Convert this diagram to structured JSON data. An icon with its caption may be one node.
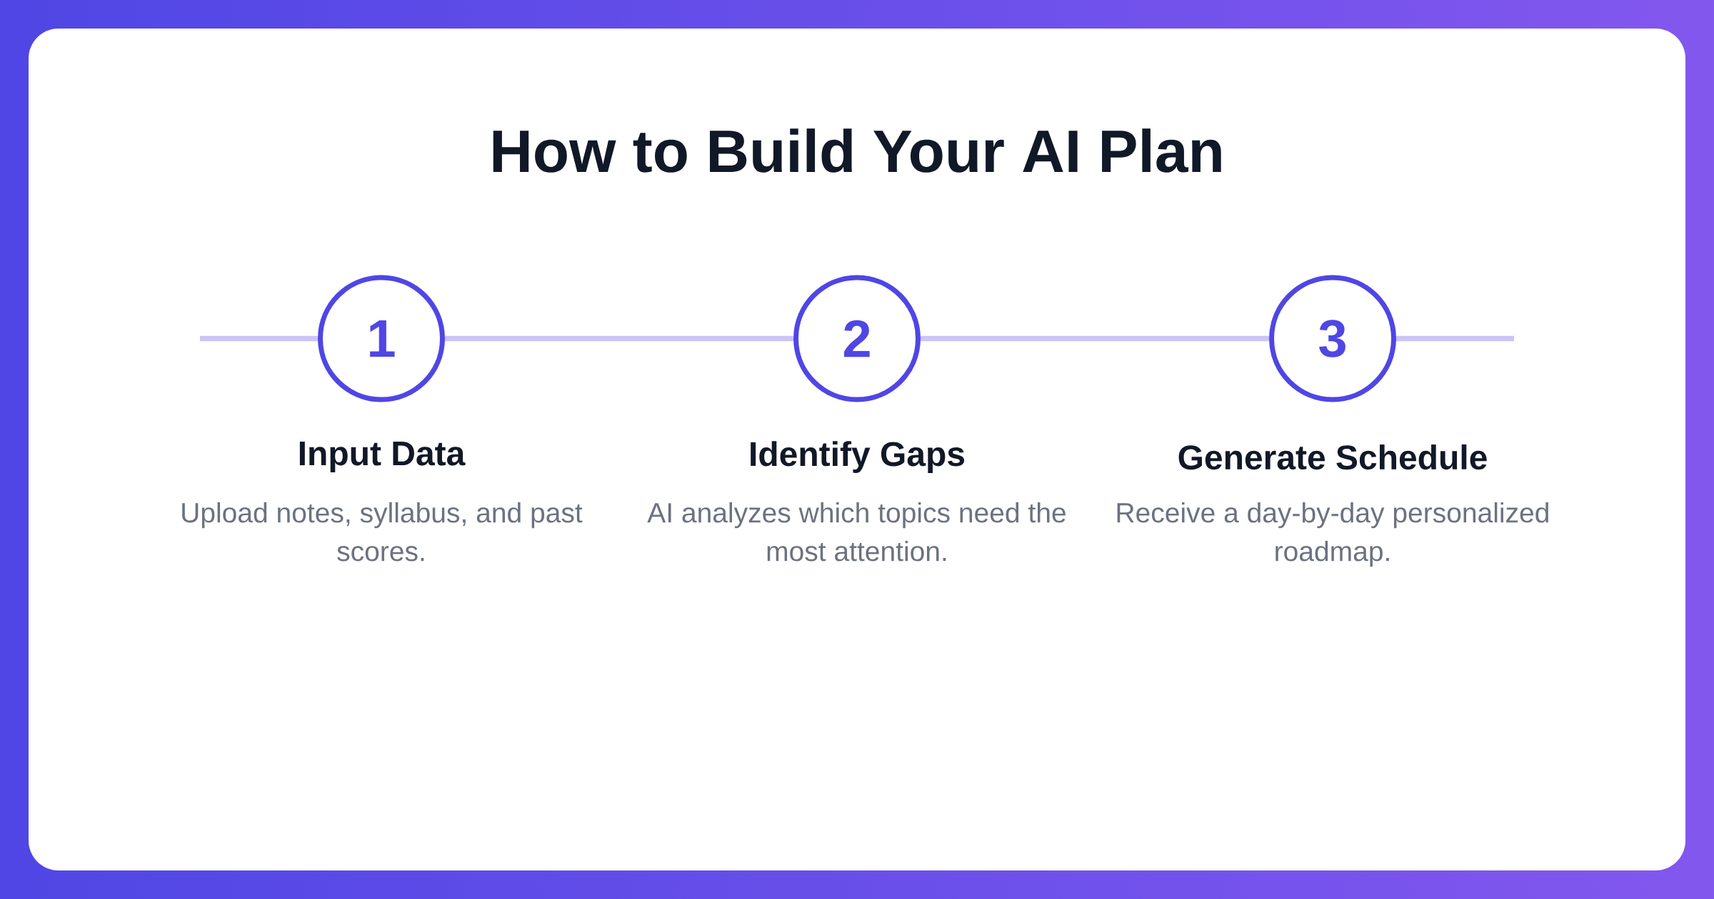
{
  "diagram": {
    "title": "How to Build Your AI Plan",
    "nodes": [
      {
        "text": [
          "1"
        ],
        "beside": [
          "Input Data",
          "Upload notes, syllabus, and past scores."
        ]
      },
      {
        "text": [
          "2"
        ],
        "beside": [
          "Identify Gaps",
          "AI analyzes which topics need the most attention."
        ]
      },
      {
        "text": [
          "3"
        ],
        "beside": [
          "Generate Schedule",
          "Receive a day-by-day personalized roadmap."
        ]
      }
    ],
    "edges": [
      {
        "from": null,
        "to": 0,
        "arrow": "none"
      },
      {
        "from": 0,
        "to": 1,
        "arrow": "none"
      },
      {
        "from": 1,
        "to": 2,
        "arrow": "none"
      },
      {
        "from": 2,
        "to": null,
        "arrow": "none"
      }
    ]
  }
}
